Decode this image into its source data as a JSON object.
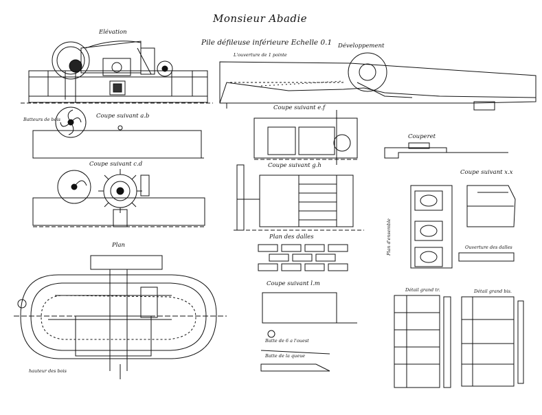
{
  "sheet": {
    "title": "Monsieur Abadie",
    "subtitle": "Pile défileuse inférieure Echelle 0.1"
  },
  "views": {
    "elevation": "Elévation",
    "developpement": "Développement",
    "coupe_ab": "Coupe suivant a.b",
    "coupe_cd": "Coupe suivant c.d",
    "coupe_ef": "Coupe suivant e.f",
    "coupe_gh": "Coupe suivant g.h",
    "coupe_lm": "Coupe suivant l.m",
    "coupe_xx": "Coupe suivant x.x",
    "plan": "Plan",
    "detail_dalles": "Plan des dalles",
    "couperet": "Couperet",
    "plan_ensemble": "Plan d'ensemble",
    "ouverture_dalles": "Ouverture des dalles",
    "detail_grand_tr": "Détail grand tr.",
    "detail_grand_bis": "Détail grand bis.",
    "note_a": "Batte de 6 a l'ouest",
    "note_b": "Batte de la queue",
    "note_c": "L'ouverture de 1 pointe",
    "detail_left": "Batteurs de bois",
    "detail_left_b": "hauteur des bois"
  }
}
